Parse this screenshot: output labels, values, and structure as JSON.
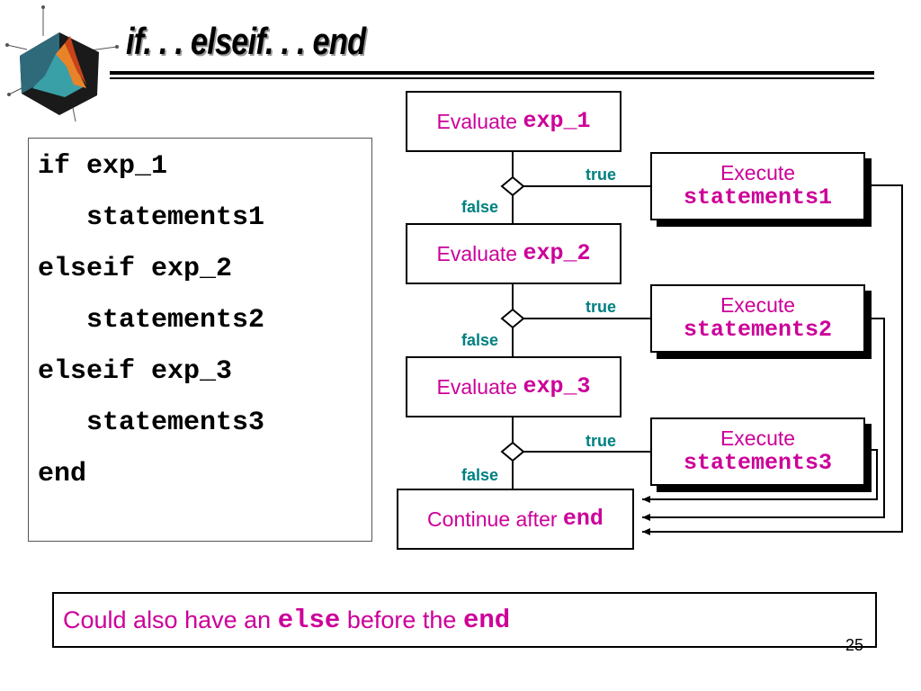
{
  "slide": {
    "title": "if. . . elseif. . . end",
    "page_number": "25"
  },
  "logo": {
    "name": "matlab-membrane-logo"
  },
  "code": {
    "lines": [
      "if exp_1",
      "   statements1",
      "elseif exp_2",
      "   statements2",
      "elseif exp_3",
      "   statements3",
      "end"
    ]
  },
  "flow": {
    "evaluate_label": "Evaluate",
    "execute_label": "Execute",
    "exp1": "exp_1",
    "exp2": "exp_2",
    "exp3": "exp_3",
    "stmt1": "statements1",
    "stmt2": "statements2",
    "stmt3": "statements3",
    "continue_label": "Continue after",
    "end_kw": "end",
    "true_label": "true",
    "false_label": "false"
  },
  "note": {
    "text_before": "Could also have an",
    "else_kw": "else",
    "text_middle": "before the",
    "end_kw": "end"
  },
  "colors": {
    "accent": "#cc0099",
    "label": "#008080"
  }
}
